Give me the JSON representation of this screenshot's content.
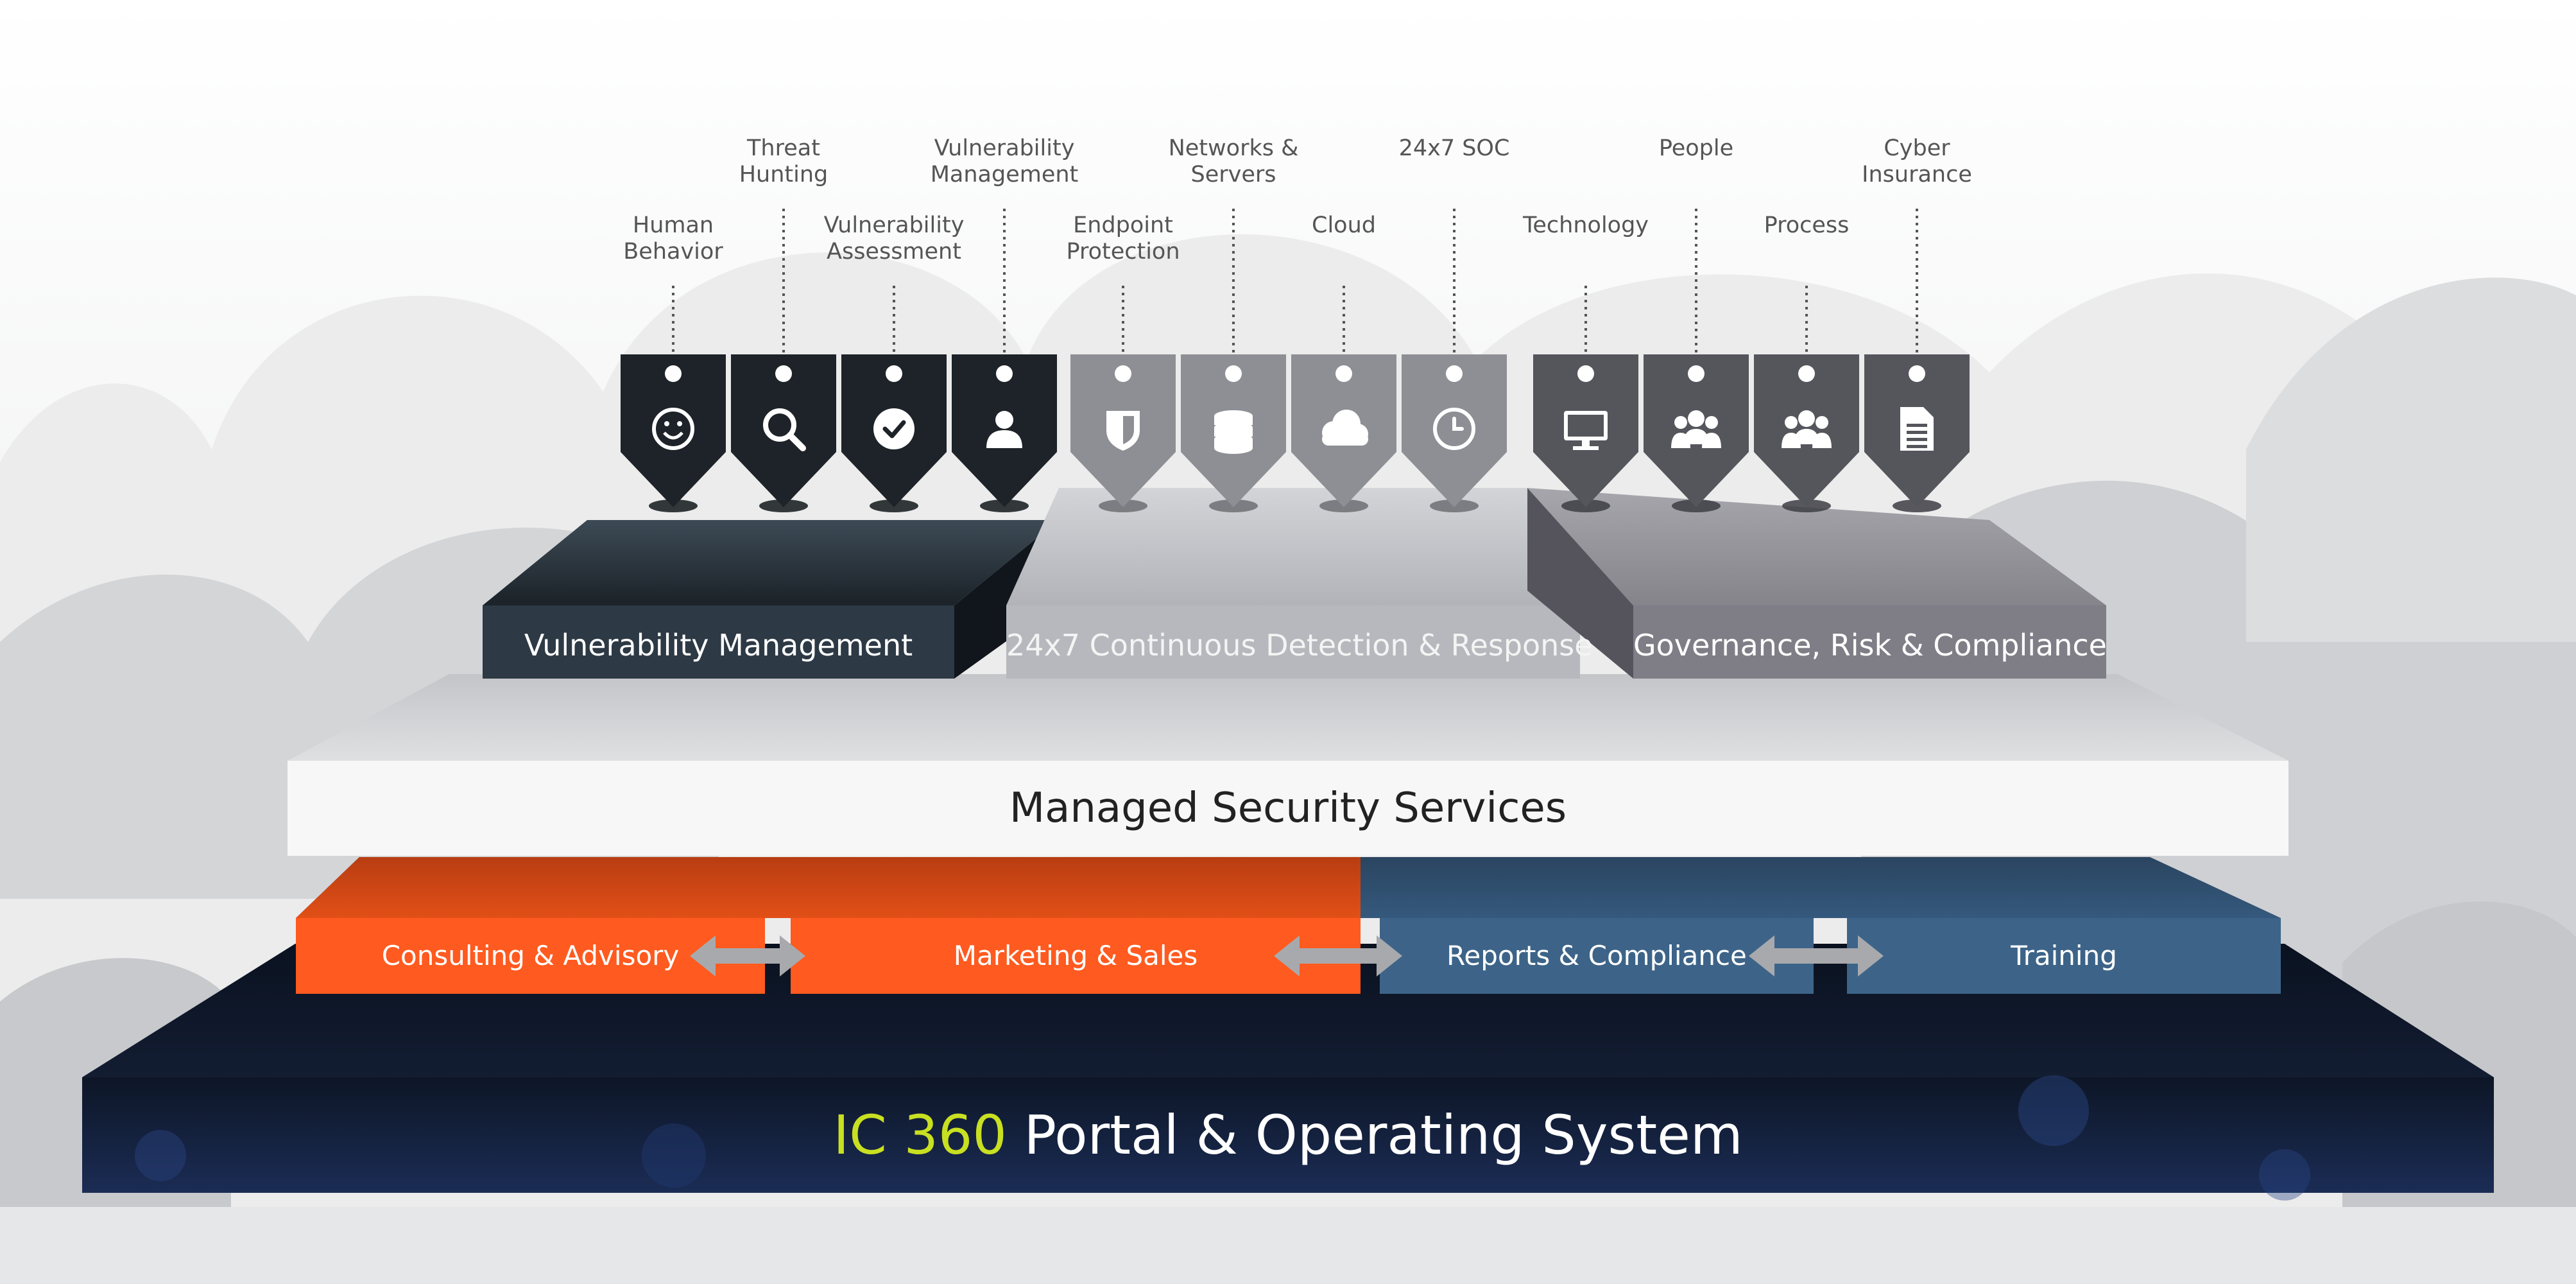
{
  "platform": {
    "brand": "IC 360",
    "title": "Portal & Operating System",
    "brand_color": "#c8e021"
  },
  "managed_services": {
    "label": "Managed Security Services"
  },
  "services": [
    {
      "label": "Consulting & Advisory",
      "color": "#ff5a1f",
      "icon": "double-arrow-icon"
    },
    {
      "label": "Marketing & Sales",
      "color": "#ff5a1f",
      "icon": "double-arrow-icon"
    },
    {
      "label": "Reports & Compliance",
      "color": "#3d6488",
      "icon": "double-arrow-icon"
    },
    {
      "label": "Training",
      "color": "#3d6488"
    }
  ],
  "pillars": [
    {
      "label": "Vulnerability Management",
      "color": "#1f2a33",
      "tags": [
        {
          "label": "Human\nBehavior",
          "icon": "smiley-icon"
        },
        {
          "label": "Threat\nHunting",
          "icon": "search-icon"
        },
        {
          "label": "Vulnerability\nAssessment",
          "icon": "checkmark-icon"
        },
        {
          "label": "Vulnerability\nManagement",
          "icon": "user-icon"
        }
      ]
    },
    {
      "label": "24x7 Continuous Detection & Response",
      "color": "#b5b6bb",
      "tags": [
        {
          "label": "Endpoint\nProtection",
          "icon": "shield-icon"
        },
        {
          "label": "Networks &\nServers",
          "icon": "database-icon"
        },
        {
          "label": "Cloud",
          "icon": "cloud-icon"
        },
        {
          "label": "24x7 SOC",
          "icon": "clock-icon"
        }
      ]
    },
    {
      "label": "Governance, Risk & Compliance",
      "color": "#7d7c83",
      "tags": [
        {
          "label": "Technology",
          "icon": "monitor-icon"
        },
        {
          "label": "People",
          "icon": "people-icon"
        },
        {
          "label": "Process",
          "icon": "group-icon"
        },
        {
          "label": "Cyber\nInsurance",
          "icon": "document-icon"
        }
      ]
    }
  ]
}
